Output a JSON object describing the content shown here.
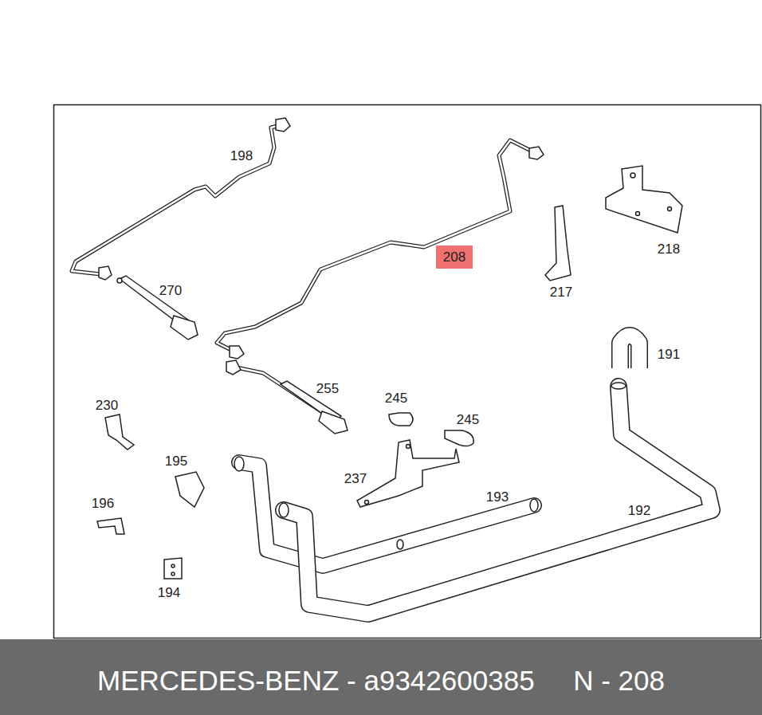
{
  "diagram": {
    "caption": "MERCEDES-BENZ - a9342600385     N - 208",
    "nodes": [
      {
        "text": [
          "208"
        ]
      }
    ],
    "labels": [
      "198",
      "270",
      "255",
      "217",
      "218",
      "191",
      "230",
      "245",
      "245",
      "237",
      "193",
      "192",
      "195",
      "196",
      "194"
    ]
  }
}
